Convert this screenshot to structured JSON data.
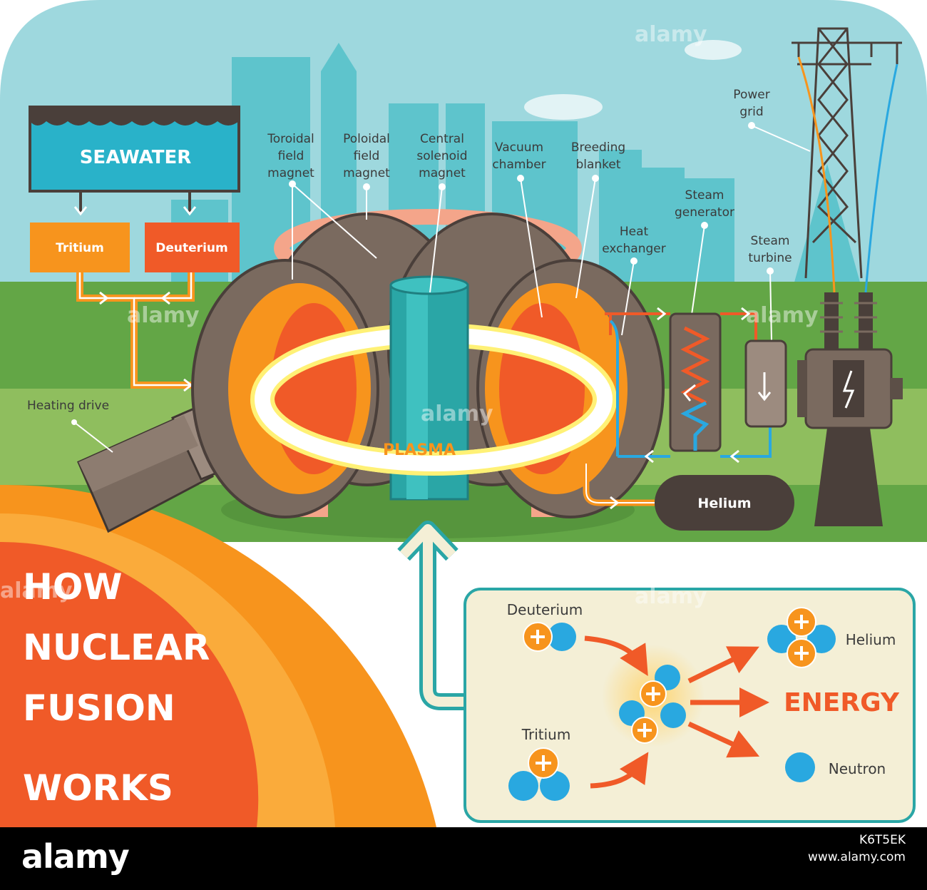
{
  "title": {
    "line1": "HOW",
    "line2": "NUCLEAR",
    "line3": "FUSION",
    "line4": "WORKS"
  },
  "labels": {
    "seawater": "SEAWATER",
    "tritium": "Tritium",
    "deuterium": "Deuterium",
    "toroidal_1": "Toroidal",
    "toroidal_2": "field",
    "toroidal_3": "magnet",
    "poloidal_1": "Poloidal",
    "poloidal_2": "field",
    "poloidal_3": "magnet",
    "central_1": "Central",
    "central_2": "solenoid",
    "central_3": "magnet",
    "vacuum_1": "Vacuum",
    "vacuum_2": "chamber",
    "breeding_1": "Breeding",
    "breeding_2": "blanket",
    "steam_gen_1": "Steam",
    "steam_gen_2": "generator",
    "heat_ex_1": "Heat",
    "heat_ex_2": "exchanger",
    "steam_turbine_1": "Steam",
    "steam_turbine_2": "turbine",
    "power_grid_1": "Power",
    "power_grid_2": "grid",
    "heating_drive": "Heating drive",
    "plasma": "PLASMA",
    "helium_tank": "Helium"
  },
  "reaction": {
    "deuterium": "Deuterium",
    "tritium": "Tritium",
    "helium": "Helium",
    "energy": "ENERGY",
    "neutron": "Neutron"
  },
  "footer": {
    "brand": "alamy",
    "image_id": "K6T5EK",
    "url": "www.alamy.com"
  },
  "watermark": "alamy",
  "colors": {
    "sky": "#9ed8de",
    "city": "#5ec4cc",
    "grass": "#63a646",
    "plasma_orange": "#f7941d",
    "red_orange": "#f05a28",
    "magnet": "#7a6a5f",
    "teal": "#2aa6a6",
    "proton": "#f7941d",
    "neutron": "#29a8e0",
    "energy": "#f05a28"
  }
}
